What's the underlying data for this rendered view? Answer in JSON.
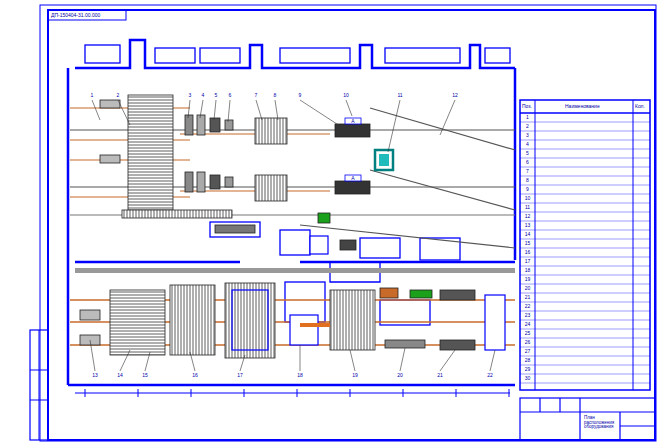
{
  "diagram": {
    "labels": [
      "Поз.",
      "Наименование",
      "Кол.",
      "1",
      "2",
      "3",
      "4",
      "5",
      "6",
      "7",
      "8",
      "9",
      "10",
      "11",
      "12",
      "13",
      "14",
      "15",
      "16",
      "17",
      "18",
      "19",
      "20",
      "21",
      "22",
      "23",
      "24",
      "25",
      "26",
      "27",
      "28",
      "29",
      "30",
      "ДП-150404-31.00.000",
      "1",
      "2",
      "3",
      "4",
      "5",
      "6",
      "7",
      "8",
      "9",
      "10",
      "11",
      "12",
      "13",
      "14",
      "15",
      "16",
      "17",
      "18",
      "19",
      "20",
      "21",
      "22",
      "А",
      "А",
      "План расположения оборудования"
    ]
  }
}
